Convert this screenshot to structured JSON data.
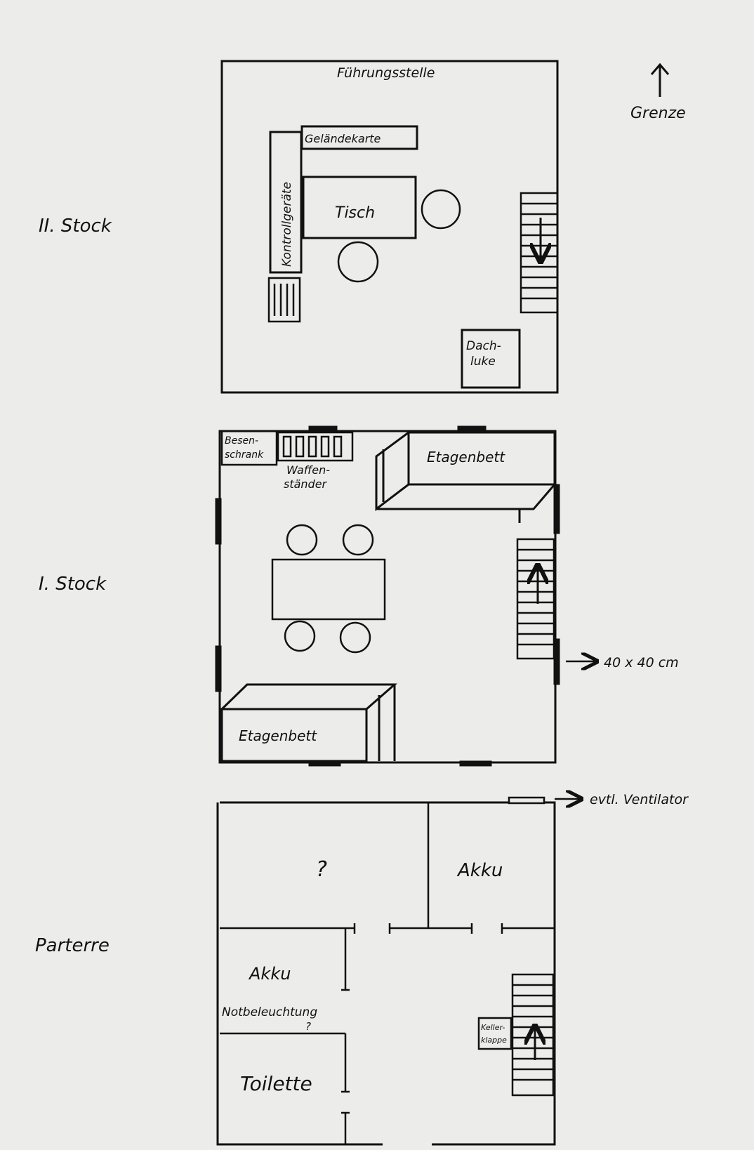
{
  "compass": {
    "label": "Grenze"
  },
  "floors": [
    {
      "label": "II. Stock"
    },
    {
      "label": "I. Stock"
    },
    {
      "label": "Parterre"
    }
  ],
  "floor2": {
    "room_title": "Führungsstelle",
    "map": "Geländekarte",
    "controls": "Kontrollgeräte",
    "table": "Tisch",
    "hatch_line1": "Dach-",
    "hatch_line2": "luke"
  },
  "floor1": {
    "broom_line1": "Besen-",
    "broom_line2": "schrank",
    "rack_line1": "Waffen-",
    "rack_line2": "ständer",
    "bunk_top": "Etagenbett",
    "bunk_bottom": "Etagenbett",
    "window_note": "40 x 40 cm"
  },
  "ground": {
    "vent_note": "evtl. Ventilator",
    "unknown_room": "?",
    "akku_right": "Akku",
    "akku_left": "Akku",
    "emergency_light": "Notbeleuchtung",
    "emergency_q": "?",
    "toilet": "Toilette",
    "cellar_line1": "Keller-",
    "cellar_line2": "klappe"
  }
}
